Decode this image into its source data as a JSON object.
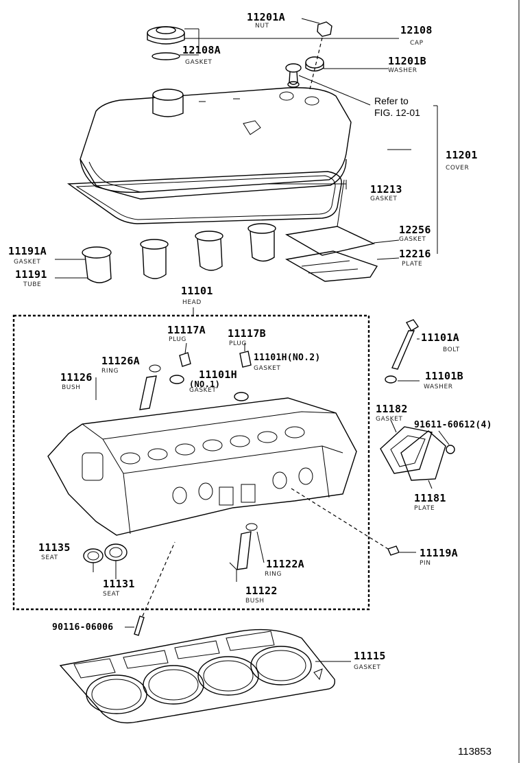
{
  "labels": {
    "p11201A": "11201A",
    "s11201A": "NUT",
    "p12108": "12108",
    "s12108": "CAP",
    "p12108A": "12108A",
    "s12108A": "GASKET",
    "p11201B": "11201B",
    "s11201B": "WASHER",
    "refer_to": "Refer to",
    "fig_ref": "FIG. 12-01",
    "p11201": "11201",
    "s11201": "COVER",
    "p11213": "11213",
    "s11213": "GASKET",
    "p12256": "12256",
    "s12256": "GASKET",
    "p12216": "12216",
    "s12216": "PLATE",
    "p11191A": "11191A",
    "s11191A": "GASKET",
    "p11191": "11191",
    "s11191": "TUBE",
    "p11101": "11101",
    "s11101": "HEAD",
    "p11117A": "11117A",
    "s11117A": "PLUG",
    "p11117B": "11117B",
    "s11117B": "PLUG",
    "p11126A": "11126A",
    "s11126A": "RING",
    "p11126": "11126",
    "s11126": "BUSH",
    "p11101H2": "11101H(NO.2)",
    "s11101H2": "GASKET",
    "p11101H1": "11101H",
    "p11101H1n": "(NO.1)",
    "s11101H1": "GASKET",
    "p11101A": "11101A",
    "s11101A": "BOLT",
    "p11101B": "11101B",
    "s11101B": "WASHER",
    "p11182": "11182",
    "s11182": "GASKET",
    "p91611": "91611-60612(4)",
    "p11181": "11181",
    "s11181": "PLATE",
    "p11135": "11135",
    "s11135": "SEAT",
    "p11131": "11131",
    "s11131": "SEAT",
    "p11122A": "11122A",
    "s11122A": "RING",
    "p11122": "11122",
    "s11122": "BUSH",
    "p11119A": "11119A",
    "s11119A": "PIN",
    "p90116": "90116-06006",
    "p11115": "11115",
    "s11115": "GASKET",
    "fig_number": "113853"
  }
}
